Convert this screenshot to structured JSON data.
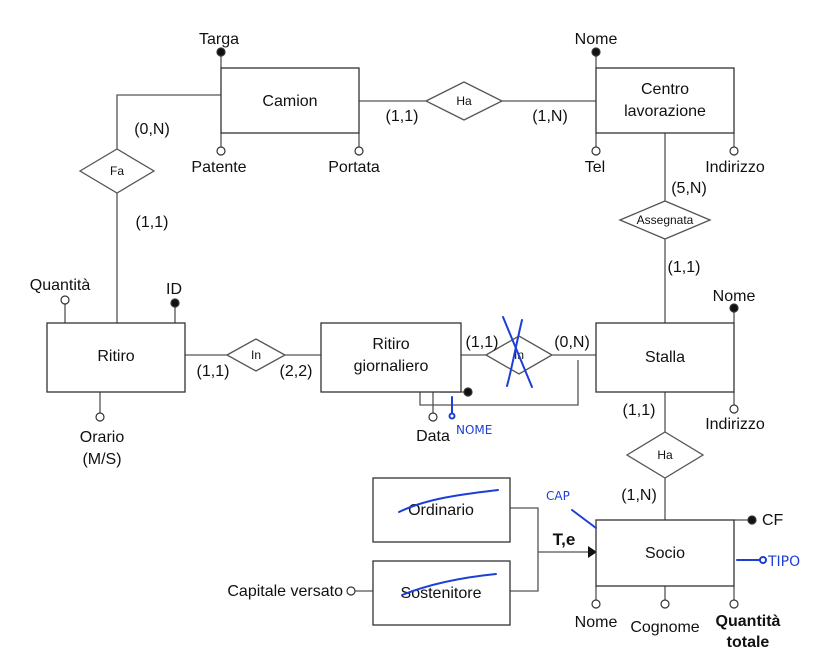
{
  "entities": {
    "camion": "Camion",
    "centro_line1": "Centro",
    "centro_line2": "lavorazione",
    "ritiro": "Ritiro",
    "ritiro_g_line1": "Ritiro",
    "ritiro_g_line2": "giornaliero",
    "stalla": "Stalla",
    "socio": "Socio",
    "ordinario": "Ordinario",
    "sostenitore": "Sostenitore"
  },
  "relationships": {
    "ha_top": "Ha",
    "fa": "Fa",
    "assegnata": "Assegnata",
    "in_left": "In",
    "in_right": "In",
    "ha_bottom": "Ha"
  },
  "attributes": {
    "targa": "Targa",
    "patente": "Patente",
    "portata": "Portata",
    "nome_centro": "Nome",
    "tel": "Tel",
    "indirizzo_centro": "Indirizzo",
    "quantita": "Quantità",
    "id": "ID",
    "orario_line1": "Orario",
    "orario_line2": "(M/S)",
    "data": "Data",
    "nome_stalla": "Nome",
    "indirizzo_stalla": "Indirizzo",
    "cf": "CF",
    "nome_socio": "Nome",
    "cognome": "Cognome",
    "quantita_tot_line1": "Quantità",
    "quantita_tot_line2": "totale",
    "capitale": "Capitale versato"
  },
  "cardinalities": {
    "camion_ha": "(1,1)",
    "centro_ha": "(1,N)",
    "camion_fa": "(0,N)",
    "ritiro_fa": "(1,1)",
    "centro_assegnata": "(5,N)",
    "stalla_assegnata": "(1,1)",
    "ritiro_in": "(1,1)",
    "rg_in": "(2,2)",
    "rg_in2": "(1,1)",
    "stalla_in2": "(0,N)",
    "stalla_ha": "(1,1)",
    "socio_ha": "(1,N)"
  },
  "generalization": "T,e",
  "annotations": {
    "nome_note": "NOME",
    "cap_note": "CAP",
    "tipo_note": "TIPO"
  },
  "colors": {
    "line": "#555555",
    "ink": "#1d3fd6"
  }
}
